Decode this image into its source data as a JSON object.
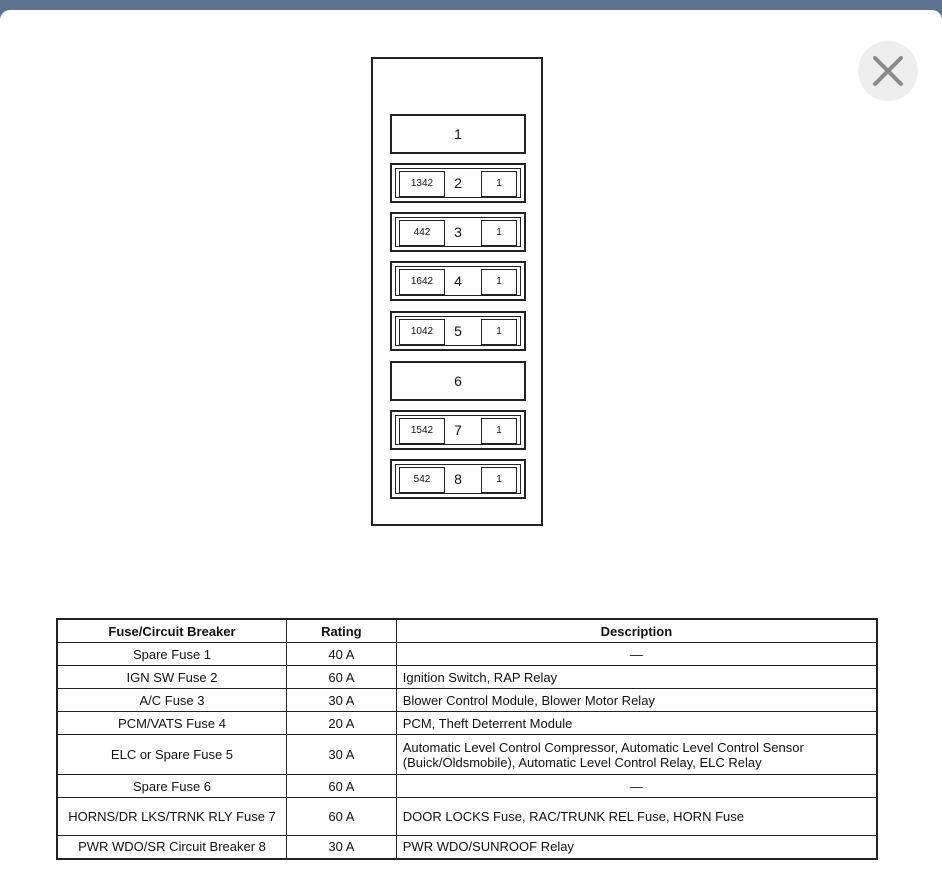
{
  "diagram": {
    "slots": [
      {
        "number": "1"
      },
      {
        "number": "2",
        "left_label": "1342",
        "right_label": "1"
      },
      {
        "number": "3",
        "left_label": "442",
        "right_label": "1"
      },
      {
        "number": "4",
        "left_label": "1642",
        "right_label": "1"
      },
      {
        "number": "5",
        "left_label": "1042",
        "right_label": "1"
      },
      {
        "number": "6"
      },
      {
        "number": "7",
        "left_label": "1542",
        "right_label": "1"
      },
      {
        "number": "8",
        "left_label": "542",
        "right_label": "1"
      }
    ]
  },
  "table": {
    "headers": [
      "Fuse/Circuit Breaker",
      "Rating",
      "Description"
    ],
    "rows": [
      {
        "name": "Spare Fuse 1",
        "rating": "40 A",
        "description": "—"
      },
      {
        "name": "IGN SW Fuse 2",
        "rating": "60 A",
        "description": "Ignition Switch, RAP Relay"
      },
      {
        "name": "A/C Fuse 3",
        "rating": "30 A",
        "description": "Blower Control Module, Blower Motor Relay"
      },
      {
        "name": "PCM/VATS Fuse 4",
        "rating": "20 A",
        "description": "PCM, Theft Deterrent Module"
      },
      {
        "name": "ELC or Spare Fuse 5",
        "rating": "30 A",
        "description": "Automatic Level Control Compressor, Automatic Level Control Sensor (Buick/Oldsmobile), Automatic Level Control Relay, ELC Relay"
      },
      {
        "name": "Spare Fuse 6",
        "rating": "60 A",
        "description": "—"
      },
      {
        "name": "HORNS/DR LKS/TRNK RLY Fuse 7",
        "rating": "60 A",
        "description": "DOOR LOCKS Fuse, RAC/TRUNK REL Fuse, HORN Fuse"
      },
      {
        "name": "PWR WDO/SR Circuit Breaker 8",
        "rating": "30 A",
        "description": "PWR WDO/SUNROOF Relay"
      }
    ]
  },
  "icons": {
    "close": "close-icon"
  },
  "colors": {
    "backdrop": "#5d7291",
    "close_bg": "#eeeeee",
    "close_x": "#8a8a8a"
  }
}
